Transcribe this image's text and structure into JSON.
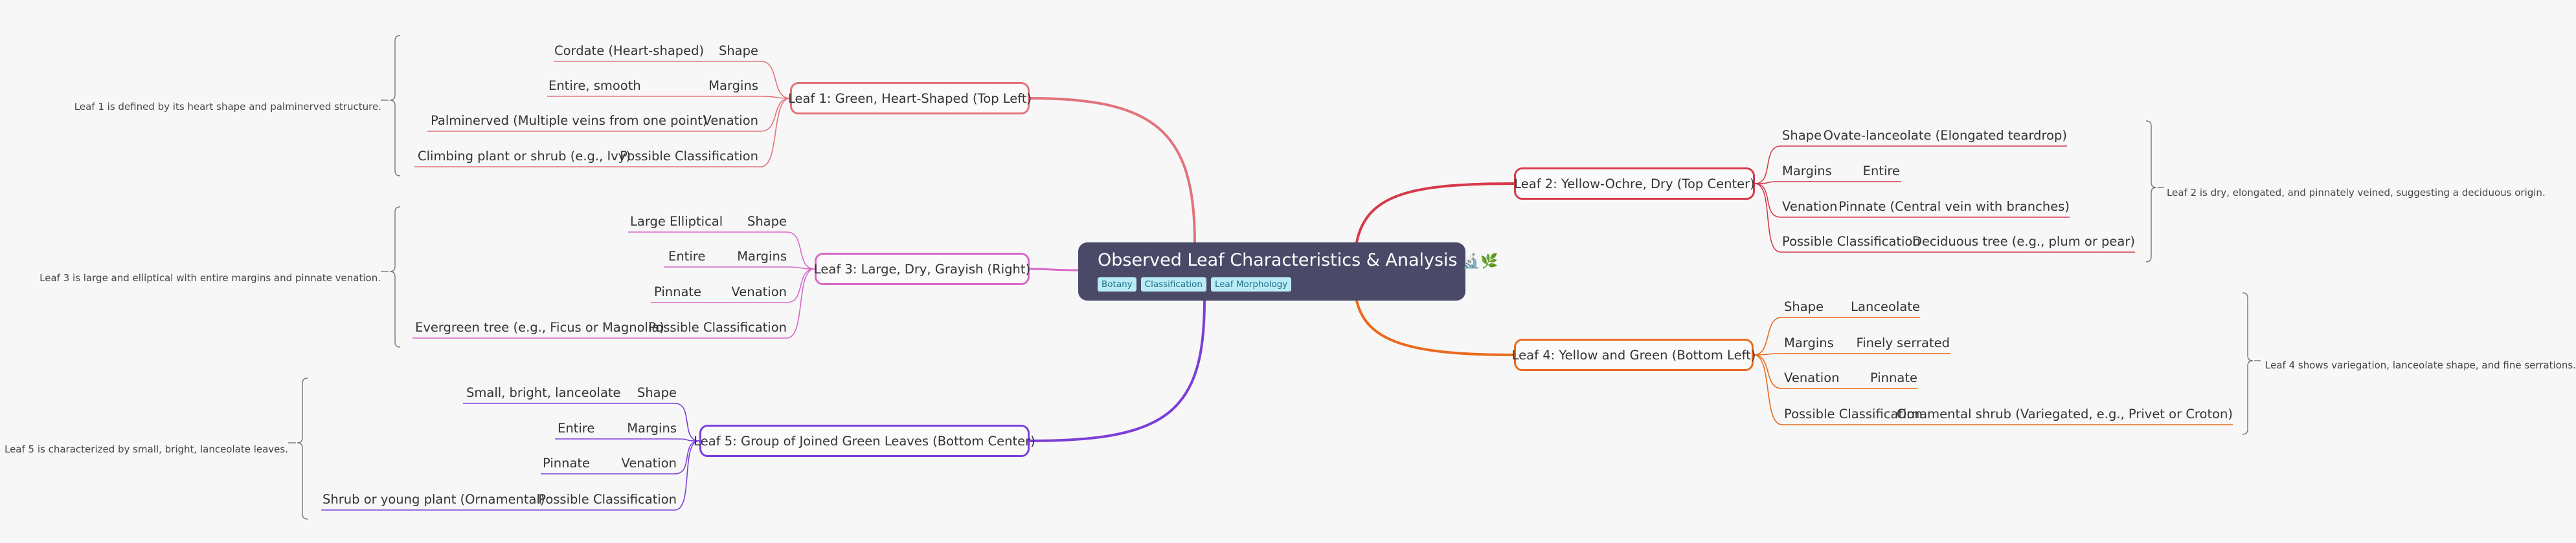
{
  "root": {
    "title": "Observed Leaf Characteristics & Analysis",
    "icons": "🔬🌿",
    "tags": [
      "Botany",
      "Classification",
      "Leaf Morphology"
    ]
  },
  "colors": {
    "leaf1": "#e2737a",
    "leaf2": "#d63a4a",
    "leaf3": "#d868c8",
    "leaf4": "#ea6a1c",
    "leaf5": "#7b3fd8",
    "root": "#4a4a68"
  },
  "branches": [
    {
      "title": "Leaf 1: Green, Heart-Shaped (Top Left)",
      "summary": "Leaf 1 is defined by its heart shape and palminerved structure.",
      "attributes": [
        {
          "label": "Shape",
          "value": "Cordate (Heart-shaped)"
        },
        {
          "label": "Margins",
          "value": "Entire, smooth"
        },
        {
          "label": "Venation",
          "value": "Palminerved (Multiple veins from one point)"
        },
        {
          "label": "Possible Classification",
          "value": "Climbing plant or shrub (e.g., Ivy)"
        }
      ]
    },
    {
      "title": "Leaf 2: Yellow-Ochre, Dry (Top Center)",
      "summary": "Leaf 2 is dry, elongated, and pinnately veined, suggesting a deciduous origin.",
      "attributes": [
        {
          "label": "Shape",
          "value": "Ovate-lanceolate (Elongated teardrop)"
        },
        {
          "label": "Margins",
          "value": "Entire"
        },
        {
          "label": "Venation",
          "value": "Pinnate (Central vein with branches)"
        },
        {
          "label": "Possible Classification",
          "value": "Deciduous tree (e.g., plum or pear)"
        }
      ]
    },
    {
      "title": "Leaf 3: Large, Dry, Grayish (Right)",
      "summary": "Leaf 3 is large and elliptical with entire margins and pinnate venation.",
      "attributes": [
        {
          "label": "Shape",
          "value": "Large Elliptical"
        },
        {
          "label": "Margins",
          "value": "Entire"
        },
        {
          "label": "Venation",
          "value": "Pinnate"
        },
        {
          "label": "Possible Classification",
          "value": "Evergreen tree (e.g., Ficus or Magnolia)"
        }
      ]
    },
    {
      "title": "Leaf 4: Yellow and Green (Bottom Left)",
      "summary": "Leaf 4 shows variegation, lanceolate shape, and fine serrations.",
      "attributes": [
        {
          "label": "Shape",
          "value": "Lanceolate"
        },
        {
          "label": "Margins",
          "value": "Finely serrated"
        },
        {
          "label": "Venation",
          "value": "Pinnate"
        },
        {
          "label": "Possible Classification",
          "value": "Ornamental shrub (Variegated, e.g., Privet or Croton)"
        }
      ]
    },
    {
      "title": "Leaf 5: Group of Joined Green Leaves (Bottom Center)",
      "summary": "Leaf 5 is characterized by small, bright, lanceolate leaves.",
      "attributes": [
        {
          "label": "Shape",
          "value": "Small, bright, lanceolate"
        },
        {
          "label": "Margins",
          "value": "Entire"
        },
        {
          "label": "Venation",
          "value": "Pinnate"
        },
        {
          "label": "Possible Classification",
          "value": "Shrub or young plant (Ornamental)"
        }
      ]
    }
  ]
}
